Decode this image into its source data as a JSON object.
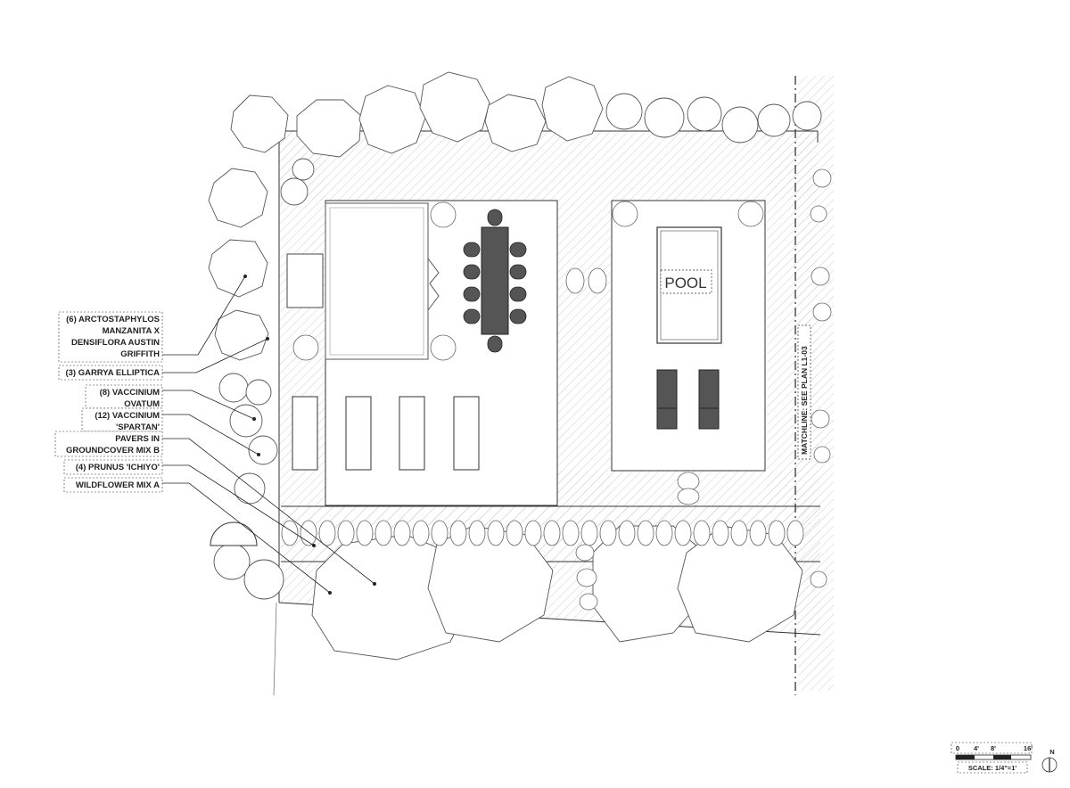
{
  "plan": {
    "pool_label": "POOL",
    "matchline": "MATCHLINE: SEE PLAN L1-03",
    "callouts": [
      {
        "lines": [
          "(6) ARCTOSTAPHYLOS",
          "MANZANITA X",
          "DENSIFLORA AUSTIN",
          "GRIFFITH"
        ]
      },
      {
        "lines": [
          "(3) GARRYA ELLIPTICA"
        ]
      },
      {
        "lines": [
          "(8) VACCINIUM",
          "OVATUM"
        ]
      },
      {
        "lines": [
          "(12) VACCINIUM",
          "'SPARTAN'"
        ]
      },
      {
        "lines": [
          "PAVERS IN",
          "GROUNDCOVER MIX B"
        ]
      },
      {
        "lines": [
          "(4) PRUNUS 'ICHIYO'"
        ]
      },
      {
        "lines": [
          "WILDFLOWER MIX A"
        ]
      }
    ]
  },
  "scale": {
    "ticks": [
      "0",
      "4'",
      "8'",
      "16'"
    ],
    "label": "SCALE: 1/4\"=1'",
    "north": "N"
  },
  "colors": {
    "line": "#333333",
    "hatch": "#c8c8c8",
    "furniture": "#555555"
  }
}
